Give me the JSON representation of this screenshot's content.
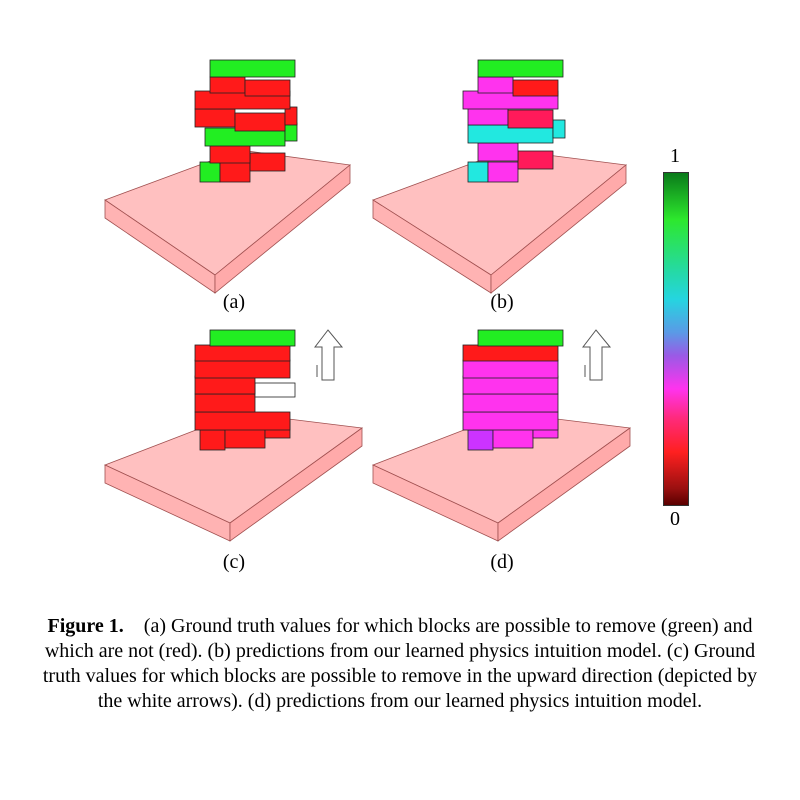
{
  "panels": [
    {
      "label": "(a)"
    },
    {
      "label": "(b)"
    },
    {
      "label": "(c)"
    },
    {
      "label": "(d)"
    }
  ],
  "colorbar": {
    "max_label": "1",
    "min_label": "0"
  },
  "colors": {
    "removable_green": "#22ee22",
    "not_removable_red": "#ff1a1a",
    "predicted_magenta": "#ff33ee",
    "predicted_cyan": "#22e8e0",
    "base_platform": "#ffc0c0"
  },
  "caption": {
    "figure_label": "Figure 1.",
    "text": "(a) Ground truth values for which blocks are possible to remove (green) and which are not (red). (b) predictions from our learned physics intuition model. (c) Ground truth values for which blocks are possible to remove in the upward direction (depicted by the white arrows). (d) predictions from our learned physics intuition model."
  }
}
